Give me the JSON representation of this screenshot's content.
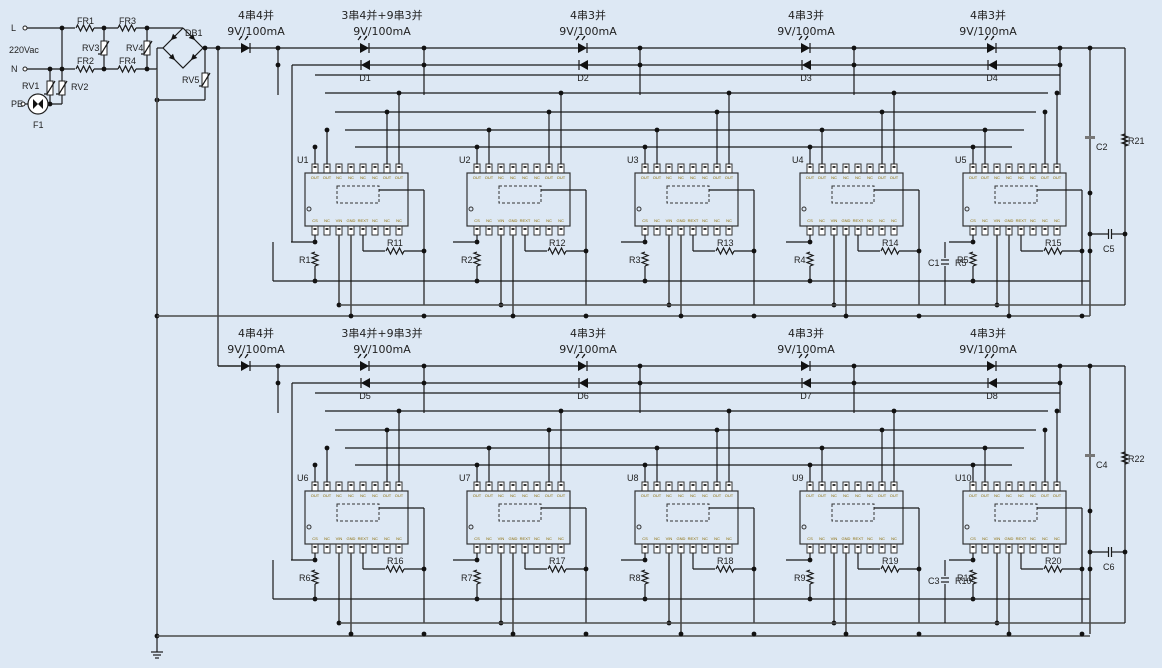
{
  "input": {
    "line_label": "L",
    "neutral_label": "N",
    "voltage_label": "220Vac",
    "pe_label": "PE",
    "fuse_label": "F1",
    "bridge_label": "DB1",
    "fusible_resistors": [
      "FR1",
      "FR2",
      "FR3",
      "FR4"
    ],
    "varistors": [
      "RV1",
      "RV2",
      "RV3",
      "RV4",
      "RV5"
    ]
  },
  "upper_row": {
    "led_groups": [
      {
        "config": "4串4并",
        "rating": "9V/100mA"
      },
      {
        "config": "3串4并+9串3并",
        "rating": "9V/100mA"
      },
      {
        "config": "4串3并",
        "rating": "9V/100mA"
      },
      {
        "config": "4串3并",
        "rating": "9V/100mA"
      },
      {
        "config": "4串3并",
        "rating": "9V/100mA"
      }
    ],
    "diodes": [
      "D1",
      "D2",
      "D3",
      "D4"
    ],
    "ics": [
      "U1",
      "U2",
      "U3",
      "U4",
      "U5"
    ],
    "sense_resistors": [
      "R1",
      "R2",
      "R3",
      "R4",
      "R5"
    ],
    "set_resistors": [
      "R11",
      "R12",
      "R13",
      "R14",
      "R15"
    ],
    "filter_cap": "C1",
    "bulk_cap": "C2",
    "decoupling_cap": "C5",
    "bleeder": "R21"
  },
  "lower_row": {
    "led_groups": [
      {
        "config": "4串4并",
        "rating": "9V/100mA"
      },
      {
        "config": "3串4并+9串3并",
        "rating": "9V/100mA"
      },
      {
        "config": "4串3并",
        "rating": "9V/100mA"
      },
      {
        "config": "4串3并",
        "rating": "9V/100mA"
      },
      {
        "config": "4串3并",
        "rating": "9V/100mA"
      }
    ],
    "diodes": [
      "D5",
      "D6",
      "D7",
      "D8"
    ],
    "ics": [
      "U6",
      "U7",
      "U8",
      "U9",
      "U10"
    ],
    "sense_resistors": [
      "R6",
      "R7",
      "R8",
      "R9",
      "R10"
    ],
    "set_resistors": [
      "R16",
      "R17",
      "R18",
      "R19",
      "R20"
    ],
    "filter_cap": "C3",
    "bulk_cap": "C4",
    "decoupling_cap": "C6",
    "bleeder": "R22"
  },
  "ic_pins": {
    "top": [
      "OUT",
      "OUT",
      "NC",
      "NC",
      "NC",
      "NC",
      "OUT",
      "OUT"
    ],
    "bottom": [
      "CS",
      "NC",
      "VIN",
      "GND",
      "REXT",
      "NC",
      "NC",
      "NC"
    ]
  },
  "colors": {
    "background": "#dde8f4",
    "wire": "#1a1a1a",
    "bus": "#4a4a4a"
  }
}
